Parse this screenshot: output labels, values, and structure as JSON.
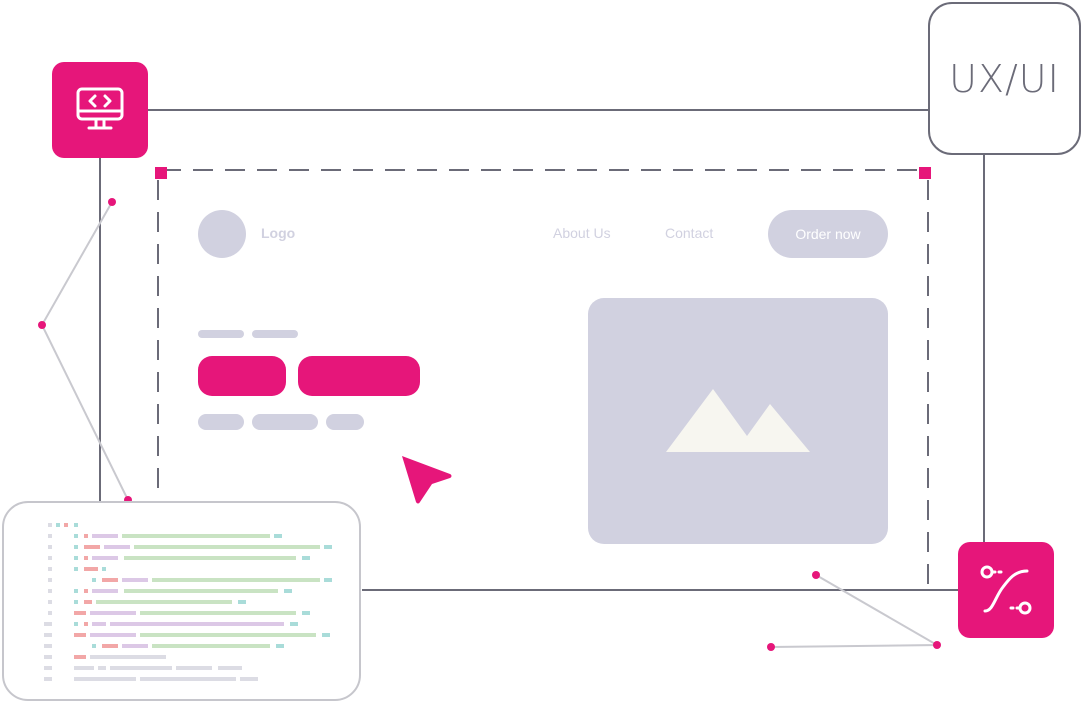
{
  "badge": {
    "label": "UX/UI"
  },
  "icons": {
    "code_monitor": "code-monitor-icon",
    "bezier_curve": "bezier-curve-icon",
    "image_placeholder": "image-placeholder-icon",
    "cursor": "cursor-arrow-icon"
  },
  "mockup": {
    "logo_label": "Logo",
    "nav": [
      {
        "label": "About Us"
      },
      {
        "label": "Contact"
      }
    ],
    "cta_label": "Order now"
  },
  "colors": {
    "accent": "#e6167a",
    "placeholder": "#d1d1e0",
    "frame_line": "#6b6b78",
    "connector": "#c9c9cf",
    "mountain": "#f7f6f0",
    "code_green": "#c9e3c3",
    "code_purple": "#dcc8e6",
    "code_red": "#f2a7a7",
    "code_teal": "#a9dcd9",
    "code_gray": "#dcdce4"
  }
}
